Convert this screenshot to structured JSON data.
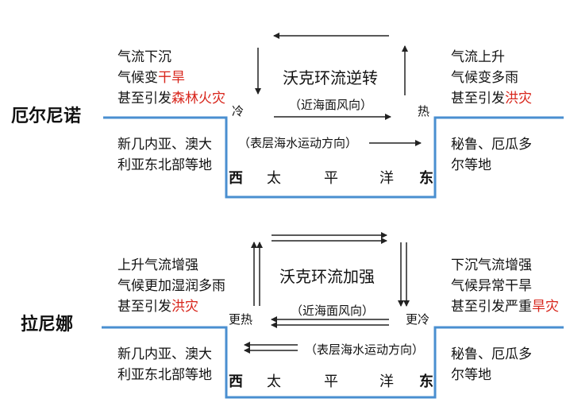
{
  "colors": {
    "line": "#4a8fd0",
    "arrow": "#222222",
    "highlight": "#d8251b"
  },
  "el_nino": {
    "label": "厄尔尼诺",
    "title": "沃克环流逆转",
    "wind_direction": "（近海面风向）",
    "current_direction": "（表层海水运动方向）",
    "west_temp": "冷",
    "east_temp": "热",
    "west_top": {
      "line1": "气流下沉",
      "line2_a": "气候变",
      "line2_b": "干旱",
      "line3_a": "甚至引发",
      "line3_b": "森林火灾"
    },
    "east_top": {
      "line1": "气流上升",
      "line2": "气候变多雨",
      "line3_a": "甚至引发",
      "line3_b": "洪灾"
    },
    "west_bottom": {
      "line1": "新几内亚、澳大",
      "line2": "利亚东北部等地"
    },
    "east_bottom": {
      "line1": "秘鲁、厄瓜多",
      "line2": "尔等地"
    },
    "sea": {
      "west": "西",
      "c1": "太",
      "c2": "平",
      "c3": "洋",
      "east": "东"
    }
  },
  "la_nina": {
    "label": "拉尼娜",
    "title": "沃克环流加强",
    "wind_direction": "（近海面风向）",
    "current_direction": "（表层海水运动方向）",
    "west_temp": "更热",
    "east_temp": "更冷",
    "west_top": {
      "line1": "上升气流增强",
      "line2": "气候更加湿润多雨",
      "line3_a": "甚至引发",
      "line3_b": "洪灾"
    },
    "east_top": {
      "line1": "下沉气流增强",
      "line2": "气候异常干旱",
      "line3_a": "甚至引发严重",
      "line3_b": "旱灾"
    },
    "west_bottom": {
      "line1": "新几内亚、澳大",
      "line2": "利亚东北部等地"
    },
    "east_bottom": {
      "line1": "秘鲁、厄瓜多",
      "line2": "尔等地"
    },
    "sea": {
      "west": "西",
      "c1": "太",
      "c2": "平",
      "c3": "洋",
      "east": "东"
    }
  }
}
